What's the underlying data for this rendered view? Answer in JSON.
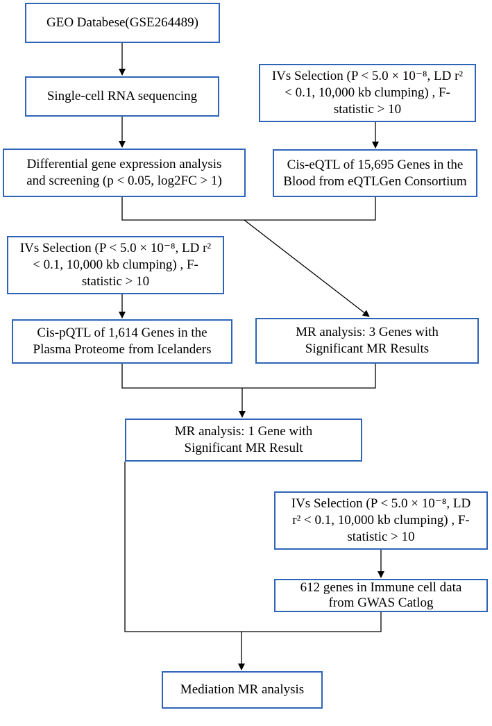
{
  "boxes": {
    "geo": "GEO Databese(GSE264489)",
    "scrna": "Single-cell RNA sequencing",
    "deg": "Differential gene expression analysis\nand screening (p < 0.05, log2FC > 1)",
    "ivs1": "IVs Selection (P < 5.0 × 10⁻⁸, LD r²\n< 0.1, 10,000 kb clumping) , F-\nstatistic > 10",
    "eqtl": "Cis-eQTL of 15,695 Genes in the\nBlood from eQTLGen Consortium",
    "ivs2": "IVs Selection (P < 5.0 × 10⁻⁸, LD r²\n< 0.1, 10,000 kb clumping) , F-\nstatistic > 10",
    "pqtl": "Cis-pQTL of 1,614 Genes in the\nPlasma Proteome from Icelanders",
    "mr3": "MR analysis: 3 Genes with\nSignificant MR Results",
    "mr1": "MR analysis: 1 Gene with\nSignificant MR Result",
    "ivs3": "IVs Selection (P < 5.0 × 10⁻⁸, LD\nr² < 0.1, 10,000 kb clumping) , F-\nstatistic > 10",
    "immune": "612 genes in Immune cell data\nfrom GWAS Catlog",
    "mediation": "Mediation MR analysis"
  },
  "colors": {
    "box_border": "#2e64b8",
    "line": "#000000"
  }
}
